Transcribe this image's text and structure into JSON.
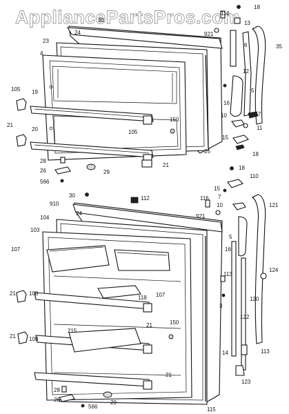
{
  "watermark": "AppliancePartsPros.com",
  "labels": {
    "l18a": "18",
    "l116a": "116",
    "l30a": "30",
    "l13": "13",
    "l24a": "24",
    "l921a": "921",
    "l23": "23",
    "l4": "4",
    "l6": "6",
    "l35": "35",
    "l12": "12",
    "l105a": "105",
    "l19": "19",
    "l5a": "5",
    "l16a": "16",
    "l10a": "10",
    "l7a": "7",
    "l11": "11",
    "l15a": "15",
    "l150a": "150",
    "l105b": "105",
    "l25": "25",
    "l18b": "18",
    "l21a": "21",
    "l20": "20",
    "l28a": "28",
    "l26a": "26",
    "l566a": "566",
    "l29a": "29",
    "l21b": "21",
    "l18c": "18",
    "l110": "110",
    "l15b": "15",
    "l7b": "7",
    "l30b": "30",
    "l112": "112",
    "l116b": "116",
    "l10b": "10",
    "l910": "910",
    "l104": "104",
    "l24b": "24",
    "l921b": "921",
    "l121": "121",
    "l103": "103",
    "l5b": "5",
    "l107a": "107",
    "l16b": "16",
    "l124": "124",
    "l21c": "21",
    "l108a": "108",
    "l118": "118",
    "l107b": "107",
    "l113a": "113",
    "l3": "3",
    "l120": "120",
    "l150b": "150",
    "l122": "122",
    "l21d": "21",
    "l215": "215",
    "l108b": "108",
    "l21e": "21",
    "l14": "14",
    "l113b": "113",
    "l21f": "21",
    "l123": "123",
    "l28b": "28",
    "l26b": "26",
    "l566b": "566",
    "l29b": "29",
    "l115": "115"
  }
}
